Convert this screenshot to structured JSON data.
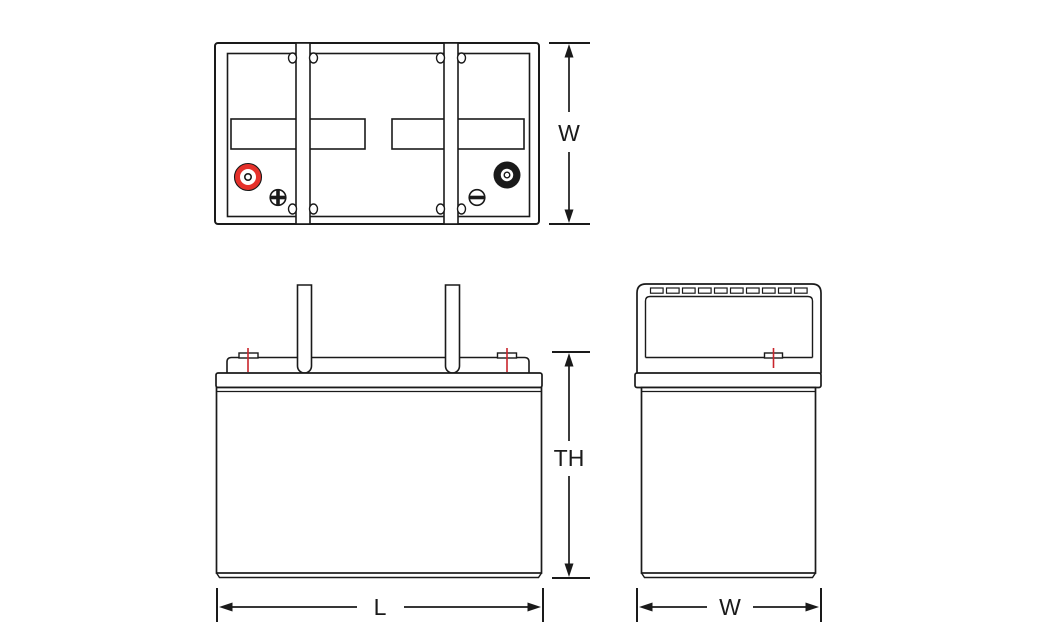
{
  "diagram": {
    "labels": {
      "width_top": "W",
      "total_height": "TH",
      "length": "L",
      "width_side": "W"
    },
    "icons": {
      "positive_terminal": "plus-circle-icon",
      "negative_terminal": "minus-circle-icon",
      "dimension_arrows": "solid-arrowhead"
    },
    "colors": {
      "line": "#1a1a1a",
      "positive_terminal_red": "#e5312b",
      "centerline_red": "#c9242b",
      "background": "#ffffff"
    }
  }
}
